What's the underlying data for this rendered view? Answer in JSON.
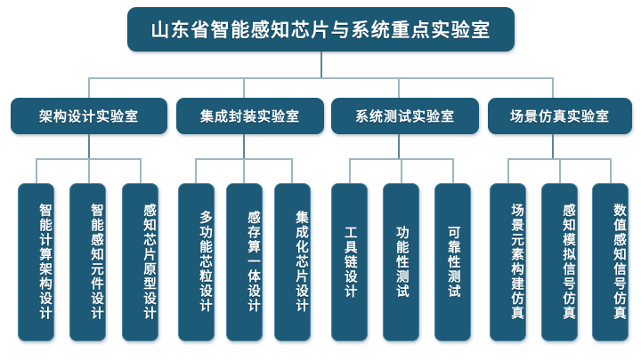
{
  "diagram": {
    "type": "organization-chart",
    "title_node": {
      "label": "山东省智能感知芯片与系统重点实验室"
    },
    "colors": {
      "node_fill": "#1d5a77",
      "node_border": "#4f87a1",
      "connector": "#9db6c2",
      "connector_stem": "#5c8396",
      "text": "#ffffff",
      "background": "#ffffff"
    },
    "branches": [
      {
        "label": "架构设计实验室",
        "children": [
          {
            "label": "智能计算架构设计"
          },
          {
            "label": "智能感知元件设计"
          },
          {
            "label": "感知芯片原型设计"
          }
        ]
      },
      {
        "label": "集成封装实验室",
        "children": [
          {
            "label": "多功能芯粒设计"
          },
          {
            "label": "感存算一体设计"
          },
          {
            "label": "集成化芯片设计"
          }
        ]
      },
      {
        "label": "系统测试实验室",
        "children": [
          {
            "label": "工具链设计"
          },
          {
            "label": "功能性测试"
          },
          {
            "label": "可靠性测试"
          }
        ]
      },
      {
        "label": "场景仿真实验室",
        "children": [
          {
            "label": "场景元素构建仿真"
          },
          {
            "label": "感知模拟信号仿真"
          },
          {
            "label": "数值感知信号仿真"
          }
        ]
      }
    ]
  }
}
